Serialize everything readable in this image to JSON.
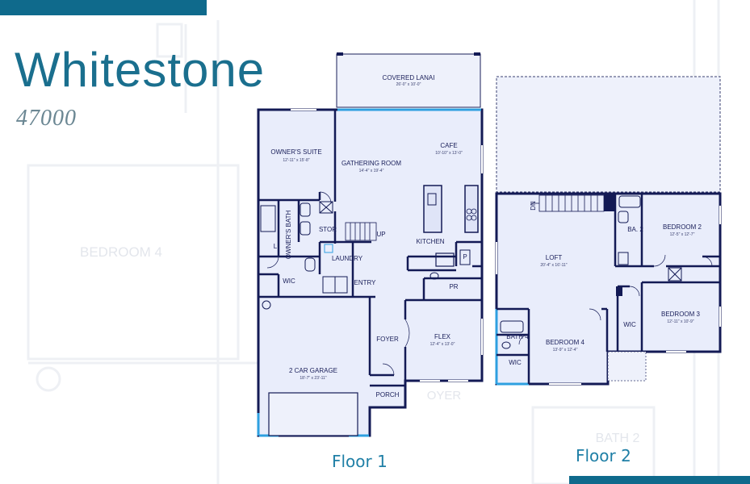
{
  "brand": {
    "accent": "#0f6a8c",
    "wall": "#131a55",
    "floor_fill": "#e9edfb",
    "window": "#2ea0e0"
  },
  "header": {
    "title": "Whitestone",
    "subtitle": "47000"
  },
  "floors": [
    {
      "label": "Floor 1"
    },
    {
      "label": "Floor 2"
    }
  ],
  "rooms": {
    "covered_lanai": {
      "name": "COVERED LANAI",
      "dims": "26'-0\" x 10'-0\""
    },
    "owners_suite": {
      "name": "OWNER'S SUITE",
      "dims": "12'-11\" x 15'-8\""
    },
    "gathering_room": {
      "name": "GATHERING ROOM",
      "dims": "14'-4\" x 19'-4\""
    },
    "cafe": {
      "name": "CAFE",
      "dims": "10'-10\" x 13'-0\""
    },
    "owners_bath": {
      "name": "OWNER'S BATH"
    },
    "stor": {
      "name": "STOR"
    },
    "up": {
      "name": "UP"
    },
    "kitchen": {
      "name": "KITCHEN"
    },
    "l": {
      "name": "L"
    },
    "laundry": {
      "name": "LAUNDRY"
    },
    "p": {
      "name": "P"
    },
    "wic1": {
      "name": "WIC"
    },
    "entry": {
      "name": "ENTRY"
    },
    "pr": {
      "name": "PR"
    },
    "foyer": {
      "name": "FOYER"
    },
    "flex": {
      "name": "FLEX",
      "dims": "12'-4\" x 13'-0\""
    },
    "garage": {
      "name": "2 CAR GARAGE",
      "dims": "18'-7\" x 23'-11\""
    },
    "porch": {
      "name": "PORCH"
    },
    "dn": {
      "name": "DN"
    },
    "loft": {
      "name": "LOFT",
      "dims": "20'-4\" x 16'-11\""
    },
    "ba2": {
      "name": "BA. 2"
    },
    "bedroom2": {
      "name": "BEDROOM 2",
      "dims": "12'-5\" x 12'-7\""
    },
    "bedroom3": {
      "name": "BEDROOM 3",
      "dims": "12'-11\" x 10'-9\""
    },
    "wic2": {
      "name": "WIC"
    },
    "bedroom4": {
      "name": "BEDROOM 4",
      "dims": "13'-9\" x 12'-4\""
    },
    "bath4": {
      "name": "BATH 4"
    },
    "wic3": {
      "name": "WIC"
    }
  },
  "ghost": {
    "bedroom4": "BEDROOM 4",
    "foyer": "OYER",
    "bath2": "BATH 2"
  }
}
